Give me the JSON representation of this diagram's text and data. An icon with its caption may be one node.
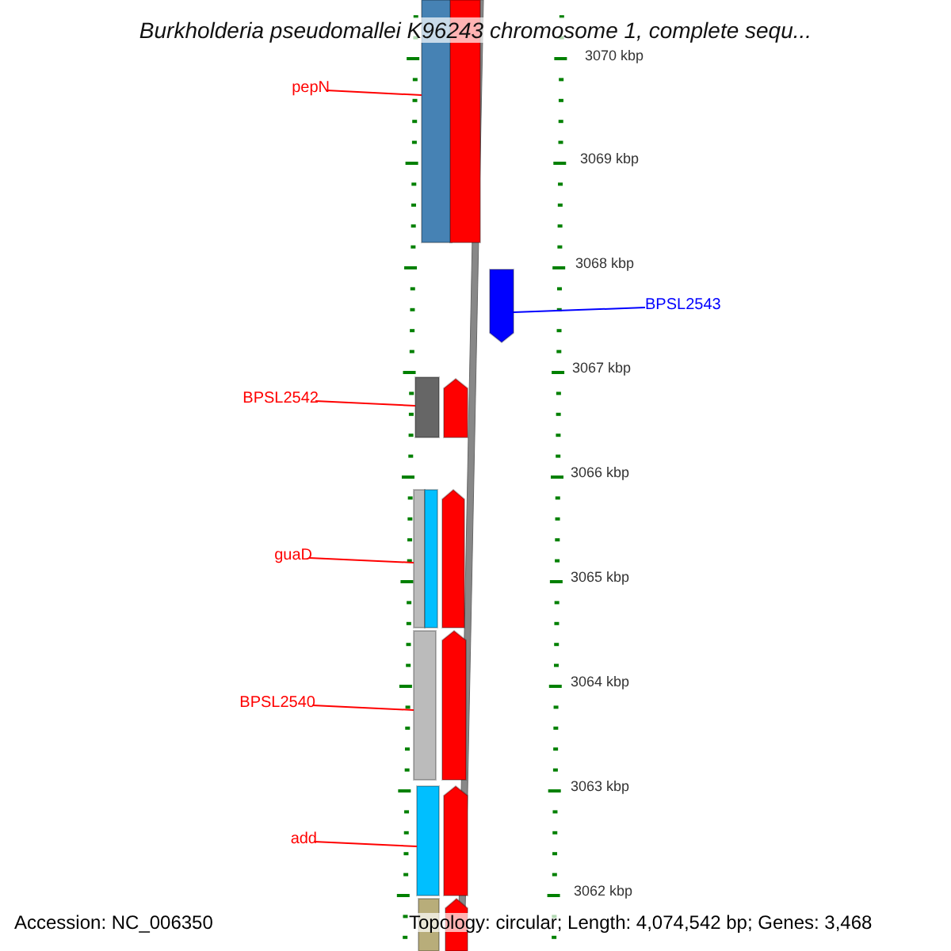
{
  "diagram": {
    "title": "Burkholderia pseudomallei K96243 chromosome 1, complete sequ...",
    "nodes": [
      {
        "text": [
          "pepN"
        ]
      },
      {
        "text": [],
        "shape": "bar"
      },
      {
        "text": [],
        "shape": "bar"
      },
      {
        "text": [
          "BPSL2543"
        ]
      },
      {
        "text": [],
        "shape": "pentagon"
      },
      {
        "text": [
          "BPSL2542"
        ]
      },
      {
        "text": [],
        "shape": "bar"
      },
      {
        "text": [],
        "shape": "arrow"
      },
      {
        "text": [
          "guaD"
        ]
      },
      {
        "text": [],
        "shape": "bar"
      },
      {
        "text": [],
        "shape": "bar"
      },
      {
        "text": [],
        "shape": "arrow"
      },
      {
        "text": [
          "BPSL2540"
        ]
      },
      {
        "text": [],
        "shape": "bar"
      },
      {
        "text": [],
        "shape": "arrow"
      },
      {
        "text": [
          "add"
        ]
      },
      {
        "text": [],
        "shape": "bar"
      },
      {
        "text": [],
        "shape": "arrow"
      },
      {
        "text": [],
        "shape": "bar"
      },
      {
        "text": [],
        "shape": "arrow"
      }
    ],
    "edges": [
      {
        "from": 0,
        "to": 1,
        "arrow": "none"
      },
      {
        "from": 3,
        "to": 4,
        "arrow": "none",
        "color": "#0000ff"
      },
      {
        "from": 5,
        "to": 6,
        "arrow": "none"
      },
      {
        "from": 8,
        "to": 9,
        "arrow": "none"
      },
      {
        "from": 12,
        "to": 13,
        "arrow": "none"
      },
      {
        "from": 15,
        "to": 16,
        "arrow": "none"
      }
    ],
    "labels": [
      "3070 kbp",
      "3069 kbp",
      "3068 kbp",
      "3067 kbp",
      "3066 kbp",
      "3065 kbp",
      "3064 kbp",
      "3063 kbp",
      "3062 kbp",
      "Accession: NC_006350",
      "Topology: circular; Length: 4,074,542 bp; Genes: 3,468"
    ]
  }
}
